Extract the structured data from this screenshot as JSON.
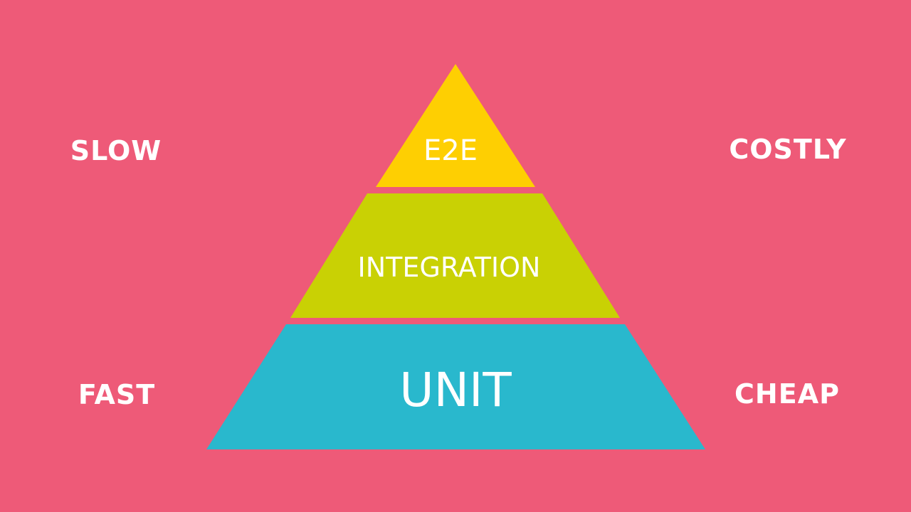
{
  "colors": {
    "background": "#ee5a78",
    "tier_top": "#fecf02",
    "tier_middle": "#c9d104",
    "tier_bottom": "#29b8cd",
    "text": "#ffffff"
  },
  "pyramid": {
    "tiers": [
      {
        "name": "top",
        "label": "E2E"
      },
      {
        "name": "middle",
        "label": "INTEGRATION"
      },
      {
        "name": "bottom",
        "label": "UNIT"
      }
    ]
  },
  "side_labels": {
    "top_left": "SLOW",
    "top_right": "COSTLY",
    "bottom_left": "FAST",
    "bottom_right": "CHEAP"
  }
}
